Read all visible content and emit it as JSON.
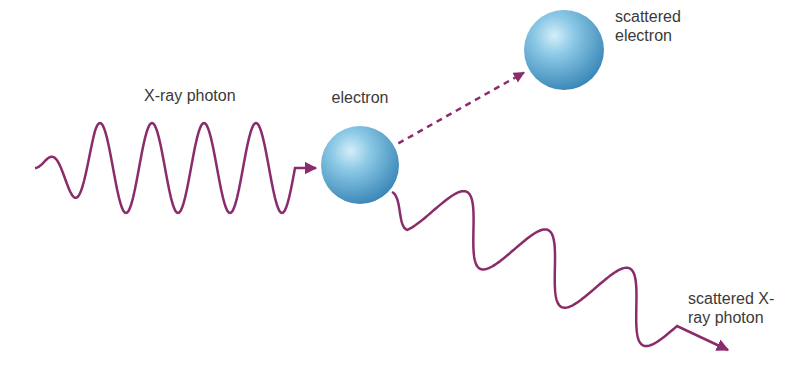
{
  "diagram": {
    "nodes": [
      {
        "text": [
          "electron"
        ]
      },
      {
        "text": [
          "scattered electron"
        ]
      }
    ],
    "edges": [
      {
        "from": 0,
        "to": 1,
        "arrow": "to"
      }
    ],
    "labels": [
      "X-ray photon",
      "scattered X-ray photon"
    ]
  }
}
